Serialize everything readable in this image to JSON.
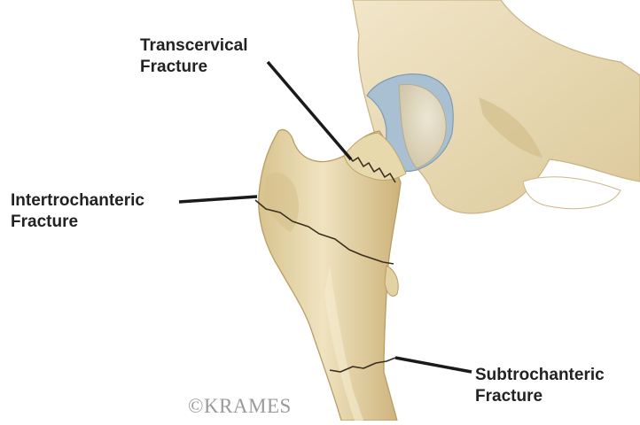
{
  "labels": {
    "transcervical": {
      "line1": "Transcervical",
      "line2": "Fracture"
    },
    "intertrochanteric": {
      "line1": "Intertrochanteric",
      "line2": "Fracture"
    },
    "subtrochanteric": {
      "line1": "Subtrochanteric",
      "line2": "Fracture"
    }
  },
  "copyright": "©KRAMES",
  "colors": {
    "bone_light": "#eadcb2",
    "bone_mid": "#dcc795",
    "bone_shadow": "#c4ab72",
    "cartilage": "#a9c0d2",
    "femoral_head": "#dcd4bf",
    "fracture_line": "#3a2e1e",
    "leader_line": "#1a1a1a",
    "label_text": "#222222",
    "copyright_text": "#9a9a9a"
  }
}
